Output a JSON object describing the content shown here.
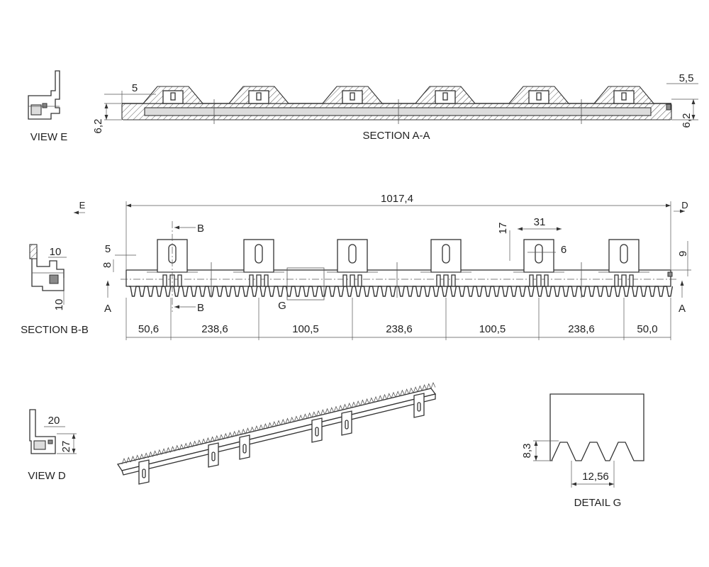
{
  "labels": {
    "view_e": "VIEW E",
    "section_aa": "SECTION A-A",
    "section_bb": "SECTION B-B",
    "view_d": "VIEW D",
    "detail_g": "DETAIL G"
  },
  "markers": {
    "cut_a_left": "A",
    "cut_a_right": "A",
    "cut_b_top": "B",
    "cut_b_bottom": "B",
    "view_e_arrow": "E",
    "view_d_arrow": "D",
    "detail_g": "G"
  },
  "dimensions": {
    "section_aa": {
      "left_offset": "5",
      "right_offset": "5,5",
      "left_thickness": "6,2",
      "right_thickness": "6,2"
    },
    "total_length": "1017,4",
    "bracket_width": "31",
    "bracket_height": "17",
    "slot_width": "6",
    "end_offset": "5",
    "end_height": "8",
    "right_height": "9",
    "section_bb_width": "10",
    "section_bb_height": "10",
    "view_d_width": "20",
    "view_d_height": "27",
    "detail_g_tooth_height": "8,3",
    "detail_g_pitch": "12,56",
    "spacings": [
      "50,6",
      "238,6",
      "100,5",
      "238,6",
      "100,5",
      "238,6",
      "50,0"
    ]
  }
}
